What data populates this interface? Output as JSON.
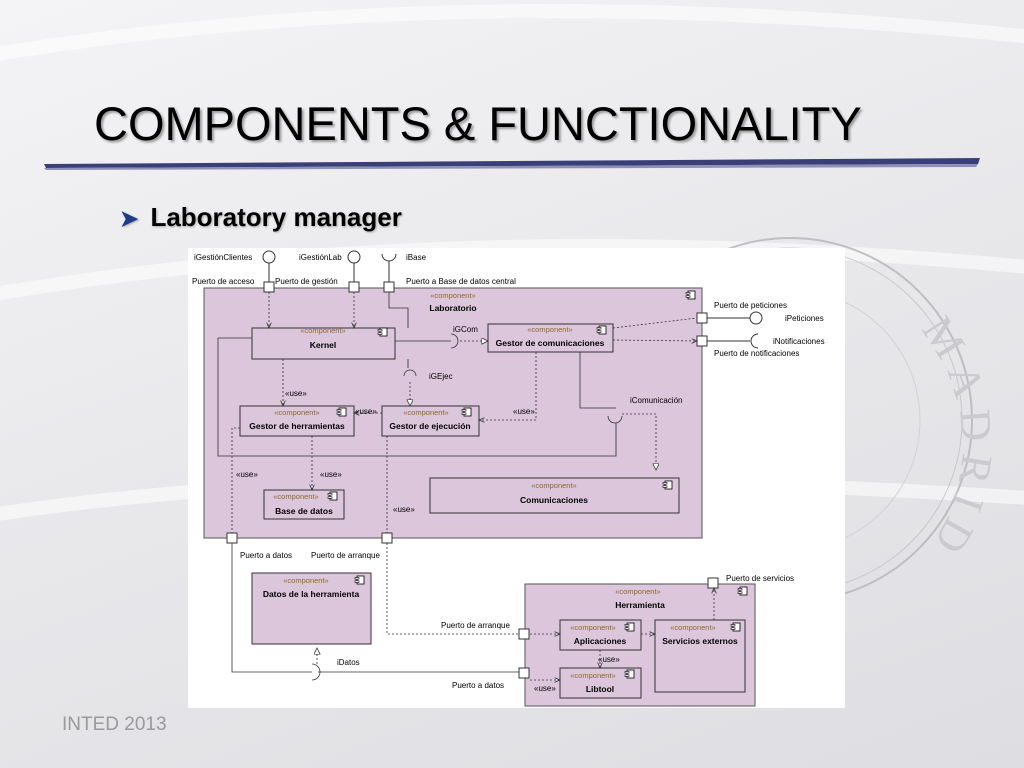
{
  "slide": {
    "title": "COMPONENTS & FUNCTIONALITY",
    "bullet": "Laboratory manager",
    "footer": "INTED 2013",
    "seal_text": "MADRID"
  },
  "diagram": {
    "stereotype": "«component»",
    "use_label": "«use»",
    "components": {
      "laboratorio": "Laboratorio",
      "kernel": "Kernel",
      "gestor_comunicaciones": "Gestor de comunicaciones",
      "gestor_herramientas": "Gestor de herramientas",
      "gestor_ejecucion": "Gestor de ejecución",
      "base_datos": "Base de datos",
      "comunicaciones": "Comunicaciones",
      "datos_herramienta": "Datos de la herramienta",
      "herramienta": "Herramienta",
      "aplicaciones": "Aplicaciones",
      "servicios_externos": "Servicios externos",
      "libtool": "Libtool"
    },
    "interfaces": {
      "igestion_clientes": "iGestiónClientes",
      "igestion_lab": "iGestiónLab",
      "ibase": "iBase",
      "igcom": "iGCom",
      "igejec": "iGEjec",
      "icomunicacion": "iComunicación",
      "ipeticiones": "iPeticiones",
      "inotificaciones": "iNotificaciones",
      "idatos": "iDatos"
    },
    "ports": {
      "acceso": "Puerto de acceso",
      "gestion": "Puerto de gestión",
      "base_central": "Puerto a Base de datos central",
      "peticiones": "Puerto de peticiones",
      "notificaciones": "Puerto de notificaciones",
      "datos": "Puerto a datos",
      "arranque": "Puerto de arranque",
      "servicios": "Puerto de servicios",
      "arranque_herr": "Puerto de arranque",
      "datos_herr": "Puerto a datos"
    }
  }
}
